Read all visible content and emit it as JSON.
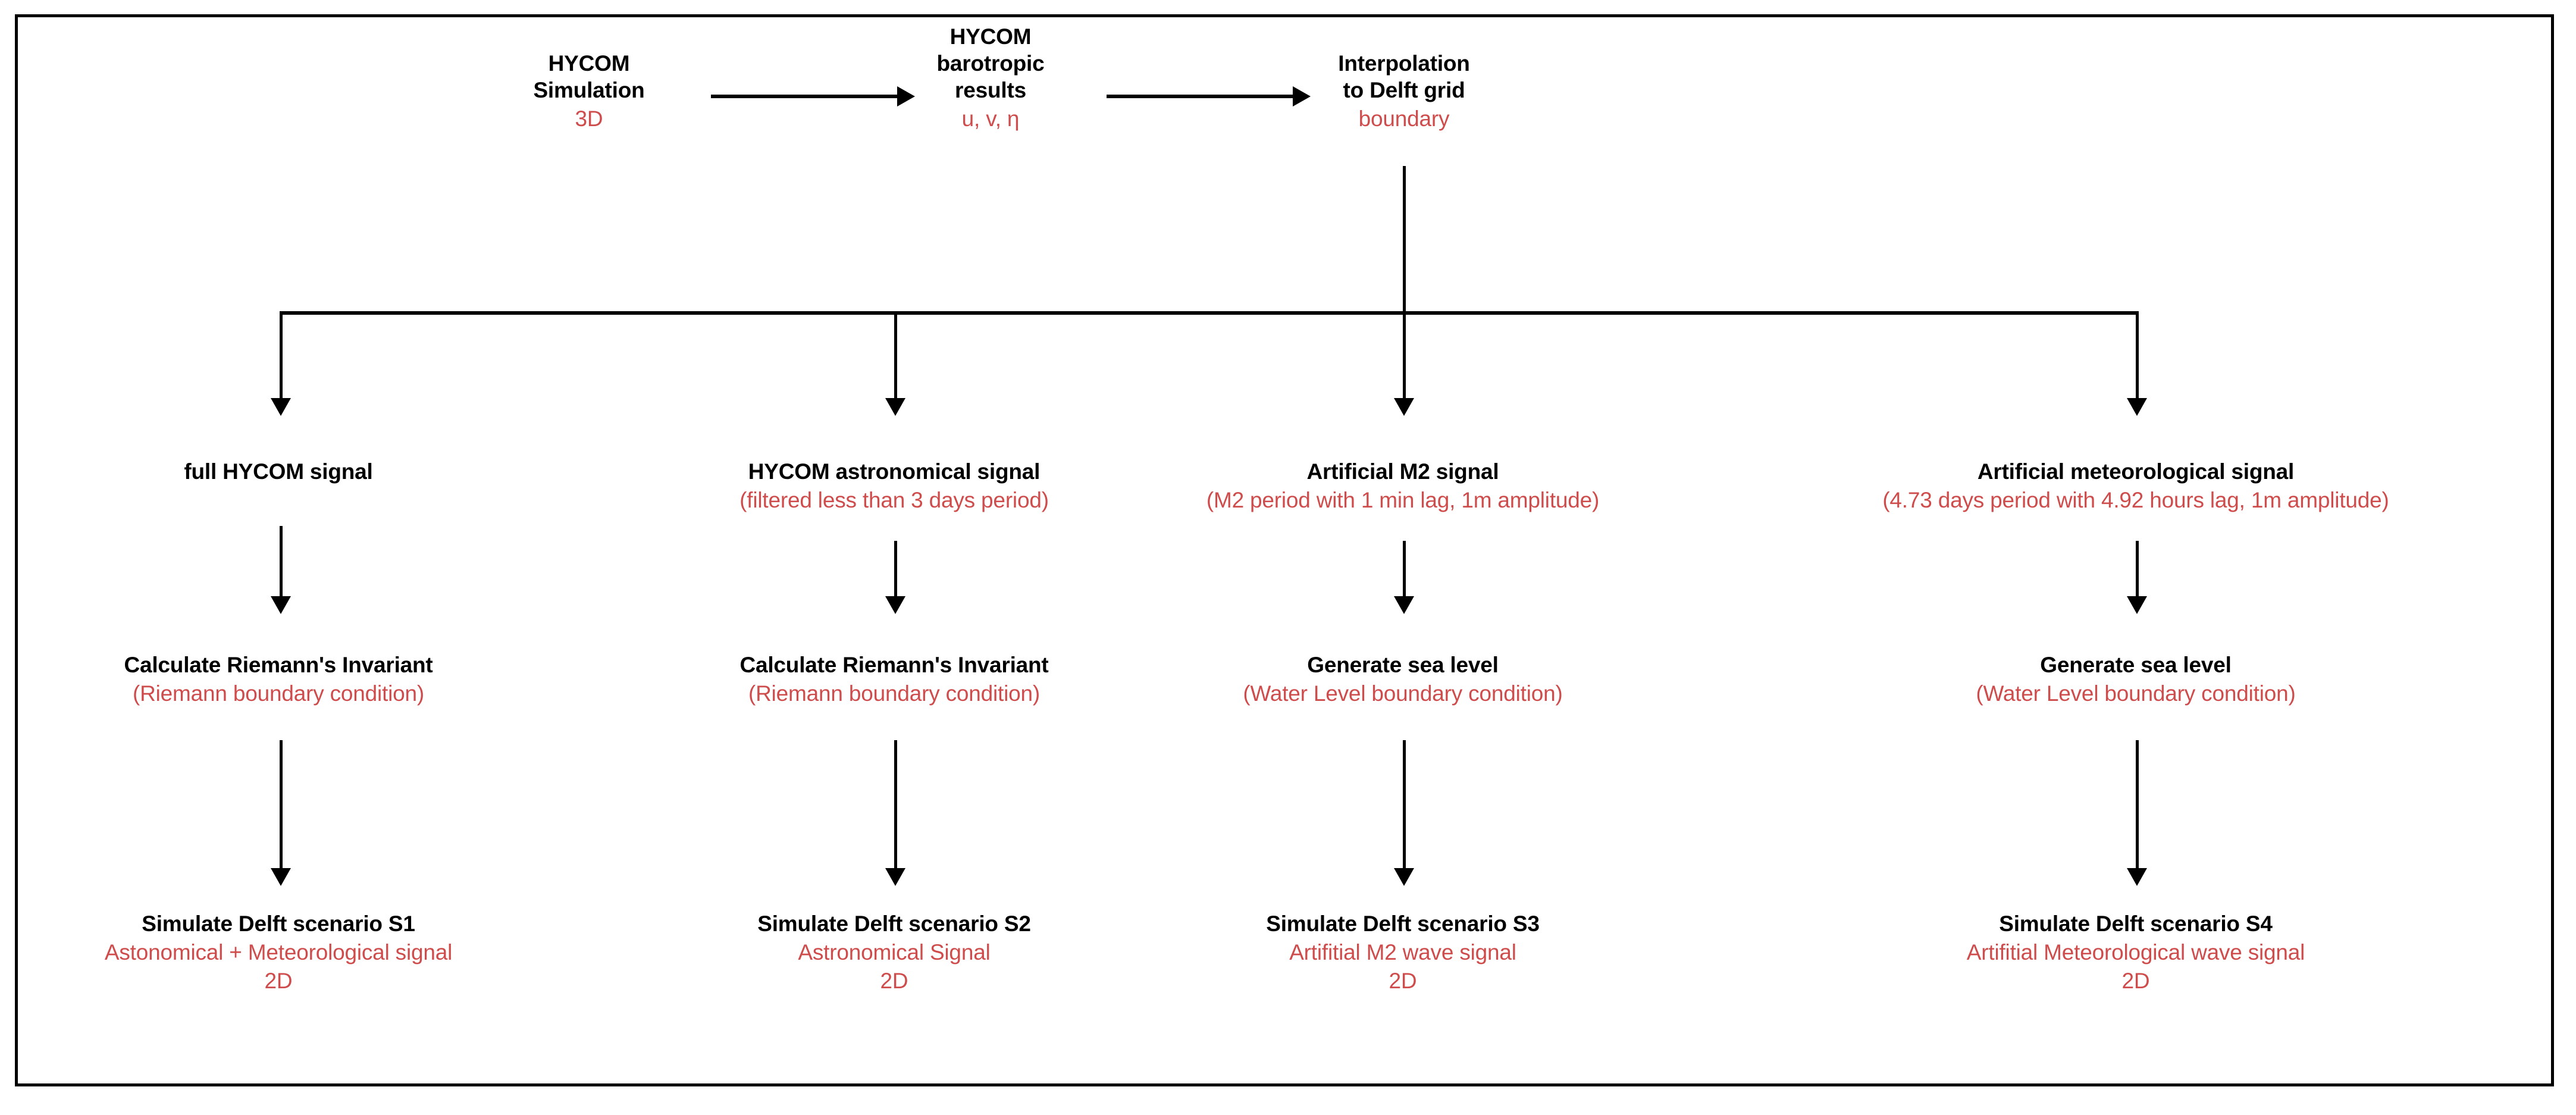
{
  "figure": {
    "type": "flowchart",
    "orientation": "top-down with 4-way branch",
    "colors": {
      "title_text": "#000000",
      "annotation_text": "#cf4c4c",
      "connector": "#000000",
      "frame": "#000000",
      "background": "#ffffff"
    }
  },
  "row1": {
    "nodes": [
      {
        "id": "hycom-simulation",
        "title_lines": [
          "HYCOM",
          "Simulation"
        ],
        "annotation": "3D"
      },
      {
        "id": "hycom-barotropic-results",
        "title_lines": [
          "HYCOM",
          "barotropic",
          "results"
        ],
        "annotation": "u, v, η"
      },
      {
        "id": "interpolation-to-delft-grid",
        "title_lines": [
          "Interpolation",
          "to Delft grid"
        ],
        "annotation": "boundary"
      }
    ]
  },
  "row2": {
    "nodes": [
      {
        "id": "full-hycom-signal",
        "title": "full HYCOM signal",
        "annotation": ""
      },
      {
        "id": "hycom-astronomical-signal",
        "title": "HYCOM astronomical signal",
        "annotation": "(filtered less than 3 days period)"
      },
      {
        "id": "artificial-m2-signal",
        "title": "Artificial M2 signal",
        "annotation": "(M2 period with 1 min lag, 1m amplitude)"
      },
      {
        "id": "artificial-meteorological-signal",
        "title": "Artificial meteorological signal",
        "annotation": "(4.73 days period with 4.92 hours lag, 1m amplitude)"
      }
    ]
  },
  "row3": {
    "nodes": [
      {
        "id": "calculate-riemanns-invariant-1",
        "title": "Calculate Riemann's Invariant",
        "annotation": "(Riemann boundary condition)"
      },
      {
        "id": "calculate-riemanns-invariant-2",
        "title": "Calculate Riemann's Invariant",
        "annotation": "(Riemann boundary condition)"
      },
      {
        "id": "generate-sea-level-1",
        "title": "Generate sea level",
        "annotation": "(Water Level boundary condition)"
      },
      {
        "id": "generate-sea-level-2",
        "title": "Generate sea level",
        "annotation": "(Water Level boundary condition)"
      }
    ]
  },
  "row4": {
    "nodes": [
      {
        "id": "scenario-s1",
        "title": "Simulate Delft scenario S1",
        "annotation": "Astonomical + Meteorological signal",
        "dimension": "2D"
      },
      {
        "id": "scenario-s2",
        "title": "Simulate Delft scenario S2",
        "annotation": "Astronomical Signal",
        "dimension": "2D"
      },
      {
        "id": "scenario-s3",
        "title": "Simulate Delft scenario S3",
        "annotation": "Artifitial M2 wave signal",
        "dimension": "2D"
      },
      {
        "id": "scenario-s4",
        "title": "Simulate Delft  scenario S4",
        "annotation": "Artifitial Meteorological wave signal",
        "dimension": "2D"
      }
    ]
  }
}
